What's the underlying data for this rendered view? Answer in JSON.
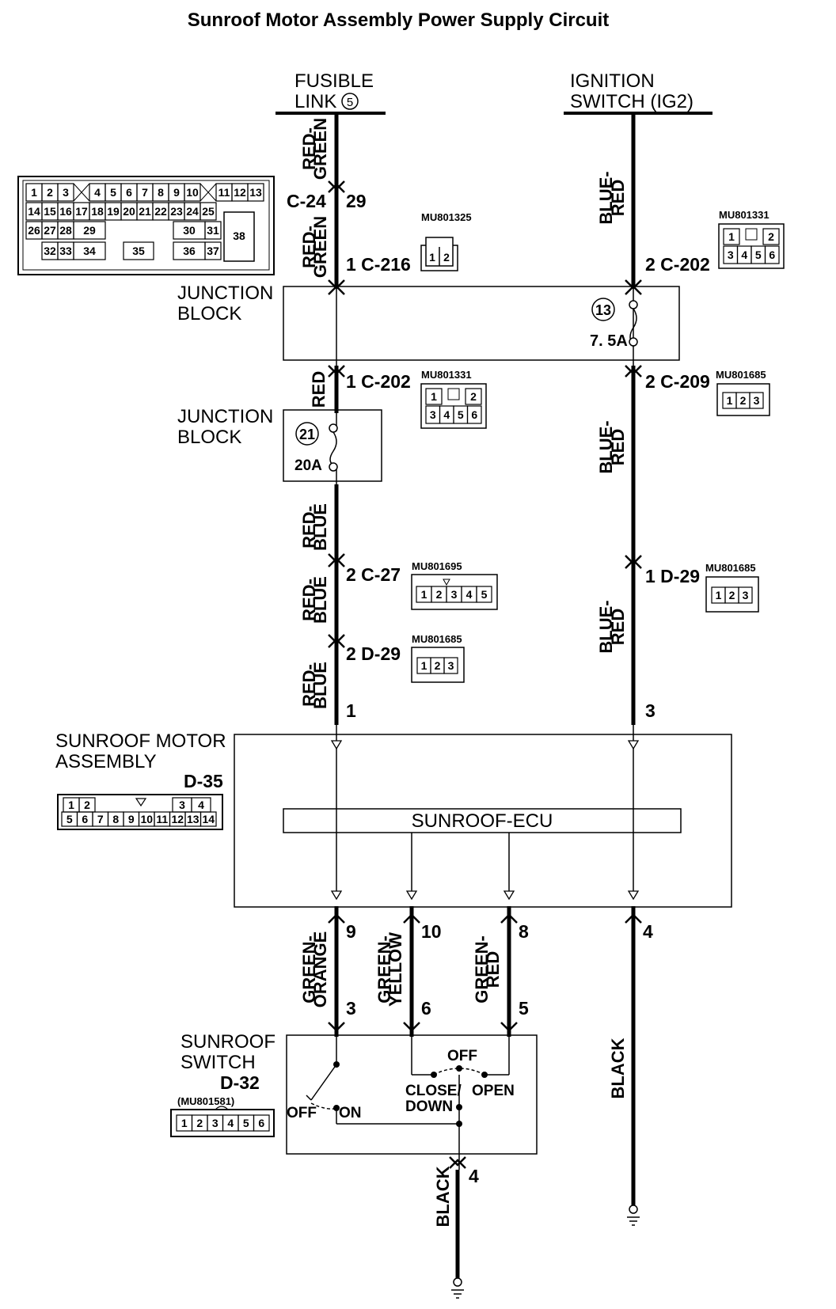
{
  "title": "Sunroof Motor Assembly Power Supply Circuit",
  "sources": {
    "fusible_link_line1": "FUSIBLE",
    "fusible_link_line2": "LINK",
    "fusible_link_number": "5",
    "ignition_line1": "IGNITION",
    "ignition_line2": "SWITCH (IG2)"
  },
  "wires": {
    "red_green": [
      "RED-",
      "GREEN"
    ],
    "red": "RED",
    "red_blue": [
      "RED-",
      "BLUE"
    ],
    "blue_red": [
      "BLUE-",
      "RED"
    ],
    "green_orange": [
      "GREEN-",
      "ORANGE"
    ],
    "green_yellow": [
      "GREEN-",
      "YELLOW"
    ],
    "green_red": [
      "GREEN-",
      "RED"
    ],
    "black": "BLACK"
  },
  "pins": {
    "c24_29": "29",
    "c24": "C-24",
    "c216": "1  C-216",
    "c202_left": "1  C-202",
    "c27": "2  C-27",
    "d29_left": "2  D-29",
    "pin1": "1",
    "c202_right_top": "2  C-202",
    "c209": "2  C-209",
    "d29_right": "1  D-29",
    "pin3": "3",
    "p9": "9",
    "p10": "10",
    "p8": "8",
    "p4": "4",
    "s3": "3",
    "s6": "6",
    "s5": "5",
    "s4": "4"
  },
  "connectors": {
    "mu801325": "MU801325",
    "mu801331_a": "MU801331",
    "mu801331_b": "MU801331",
    "mu801685_a": "MU801685",
    "mu801695": "MU801695",
    "mu801685_b": "MU801685",
    "mu801685_c": "MU801685",
    "mu801581": "(MU801581)"
  },
  "junction_block_1": [
    "JUNCTION",
    "BLOCK"
  ],
  "junction_block_2": [
    "JUNCTION",
    "BLOCK"
  ],
  "fuse13": {
    "number": "13",
    "rating": "7. 5A"
  },
  "fuse21": {
    "number": "21",
    "rating": "20A"
  },
  "motor_assembly": {
    "line1": "SUNROOF MOTOR",
    "line2": "ASSEMBLY",
    "connector": "D-35",
    "ecu": "SUNROOF-ECU"
  },
  "sunroof_switch": {
    "line1": "SUNROOF",
    "line2": "SWITCH",
    "connector": "D-32",
    "off_left": "OFF",
    "on": "ON",
    "off_top": "OFF",
    "close_down_1": "CLOSE/",
    "close_down_2": "DOWN",
    "open": "OPEN"
  },
  "jb_connector_rows": {
    "r1": [
      "1",
      "2",
      "3",
      "",
      "4",
      "5",
      "6",
      "7",
      "8",
      "9",
      "10",
      "",
      "11",
      "12",
      "13"
    ],
    "r2": [
      "14",
      "15",
      "16",
      "17",
      "18",
      "19",
      "20",
      "21",
      "22",
      "23",
      "24",
      "25"
    ],
    "r3": [
      "26",
      "27",
      "28",
      "29",
      "",
      "30",
      "31"
    ],
    "r4": [
      "32",
      "33",
      "34",
      "35",
      "36",
      "37"
    ],
    "big": "38"
  },
  "d35_cells": {
    "top": [
      "1",
      "2",
      "",
      "",
      "",
      "",
      "3",
      "4"
    ],
    "bottom": [
      "5",
      "6",
      "7",
      "8",
      "9",
      "10",
      "11",
      "12",
      "13",
      "14"
    ]
  },
  "d32_cells": [
    "1",
    "2",
    "3",
    "4",
    "5",
    "6"
  ],
  "c202_cells": {
    "top": [
      "1",
      "2"
    ],
    "bottom": [
      "3",
      "4",
      "5",
      "6"
    ]
  },
  "c216_cells": [
    "1",
    "2"
  ],
  "three_pin_cells": [
    "1",
    "2",
    "3"
  ],
  "five_pin_cells": [
    "1",
    "2",
    "3",
    "4",
    "5"
  ]
}
